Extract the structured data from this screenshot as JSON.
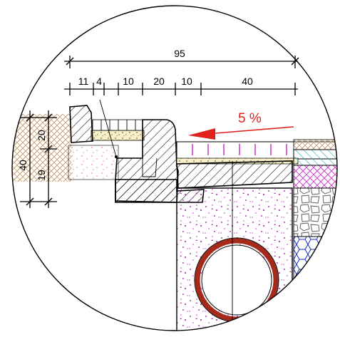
{
  "drawing": {
    "dimensions": {
      "overall": "95",
      "segments": [
        "11",
        "4",
        "10",
        "20",
        "10",
        "40"
      ],
      "vertical_left": [
        "40",
        "20",
        "19"
      ]
    },
    "slope": {
      "label": "5 %"
    },
    "colors": {
      "slope_arrow": "#e0221e",
      "pipe_ring": "#a52a1a",
      "concrete_dots": "#b43bb8",
      "soil_hatch": "#c9996b",
      "gravel_fill": "#f3e7b4",
      "mortar_dots": "#e89a9a",
      "tile_blue": "#1c2bc8",
      "tile_magenta": "#cc33cc",
      "tile_cyan": "#27b3b3"
    }
  }
}
